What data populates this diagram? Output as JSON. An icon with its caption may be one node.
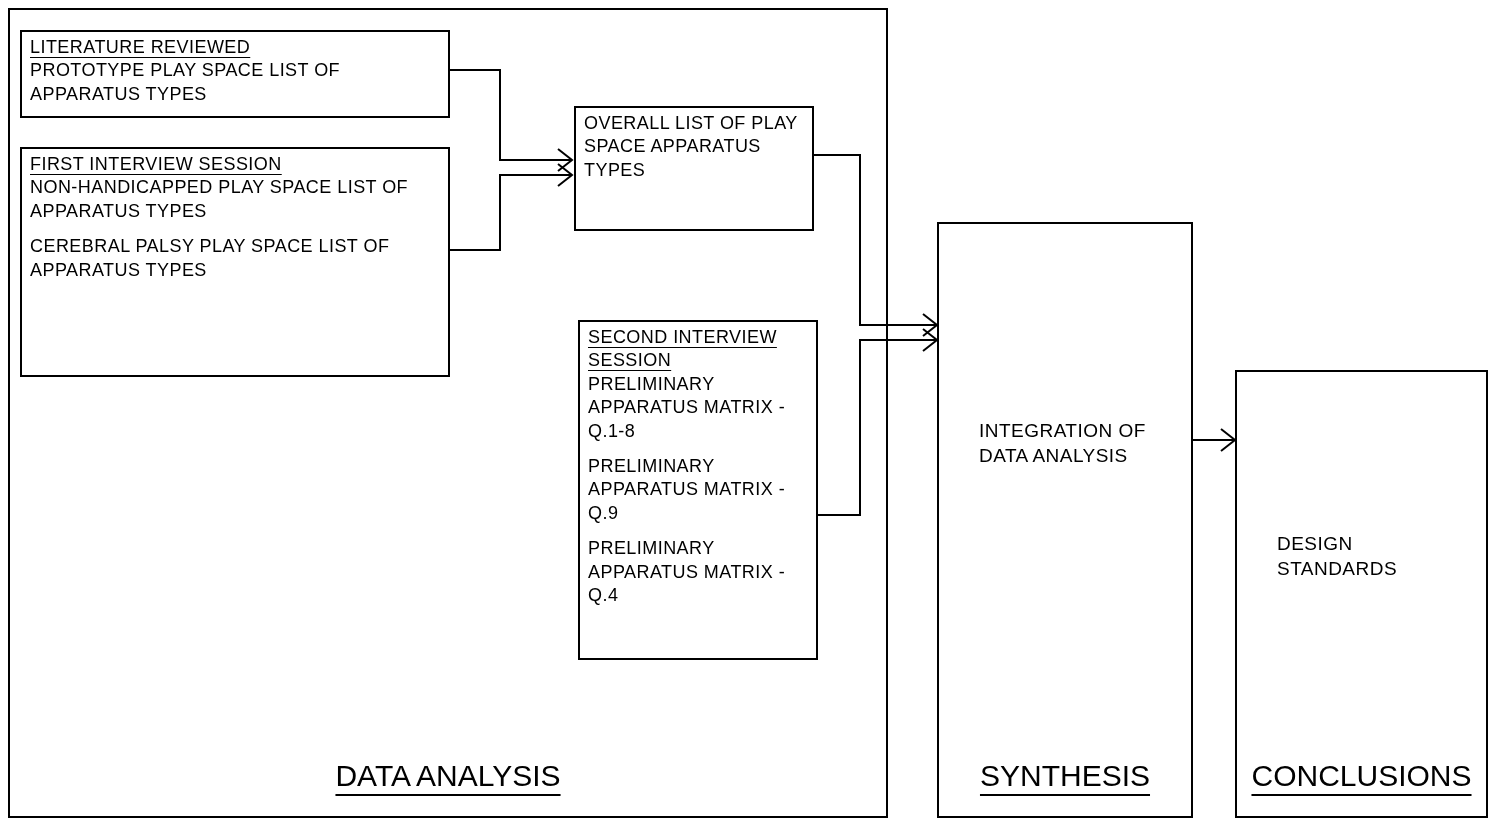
{
  "diagram": {
    "nodes": [
      {
        "text": [
          "DATA ANALYSIS"
        ]
      },
      {
        "text": [
          "LITERATURE REVIEWED",
          "PROTOTYPE PLAY SPACE LIST OF APPARATUS TYPES"
        ],
        "in": 0
      },
      {
        "text": [
          "FIRST INTERVIEW SESSION",
          "NON-HANDICAPPED PLAY SPACE LIST OF APPARATUS TYPES",
          "CEREBRAL PALSY PLAY SPACE LIST OF APPARATUS TYPES"
        ],
        "in": 0
      },
      {
        "text": [
          "OVERALL LIST OF PLAY SPACE APPARATUS TYPES"
        ],
        "in": 0
      },
      {
        "text": [
          "SECOND INTERVIEW SESSION",
          "PRELIMINARY APPARATUS MATRIX - Q.1-8",
          "PRELIMINARY APPARATUS MATRIX - Q.9",
          "PRELIMINARY APPARATUS MATRIX - Q.4"
        ],
        "in": 0
      },
      {
        "text": [
          "INTEGRATION OF DATA ANALYSIS",
          "SYNTHESIS"
        ]
      },
      {
        "text": [
          "DESIGN STANDARDS",
          "CONCLUSIONS"
        ]
      }
    ],
    "edges": [
      {
        "from": 1,
        "to": 3,
        "arrow": "to"
      },
      {
        "from": 2,
        "to": 3,
        "arrow": "to"
      },
      {
        "from": 3,
        "to": 5,
        "arrow": "to"
      },
      {
        "from": 4,
        "to": 5,
        "arrow": "to"
      },
      {
        "from": 5,
        "to": 6,
        "arrow": "to"
      }
    ]
  }
}
